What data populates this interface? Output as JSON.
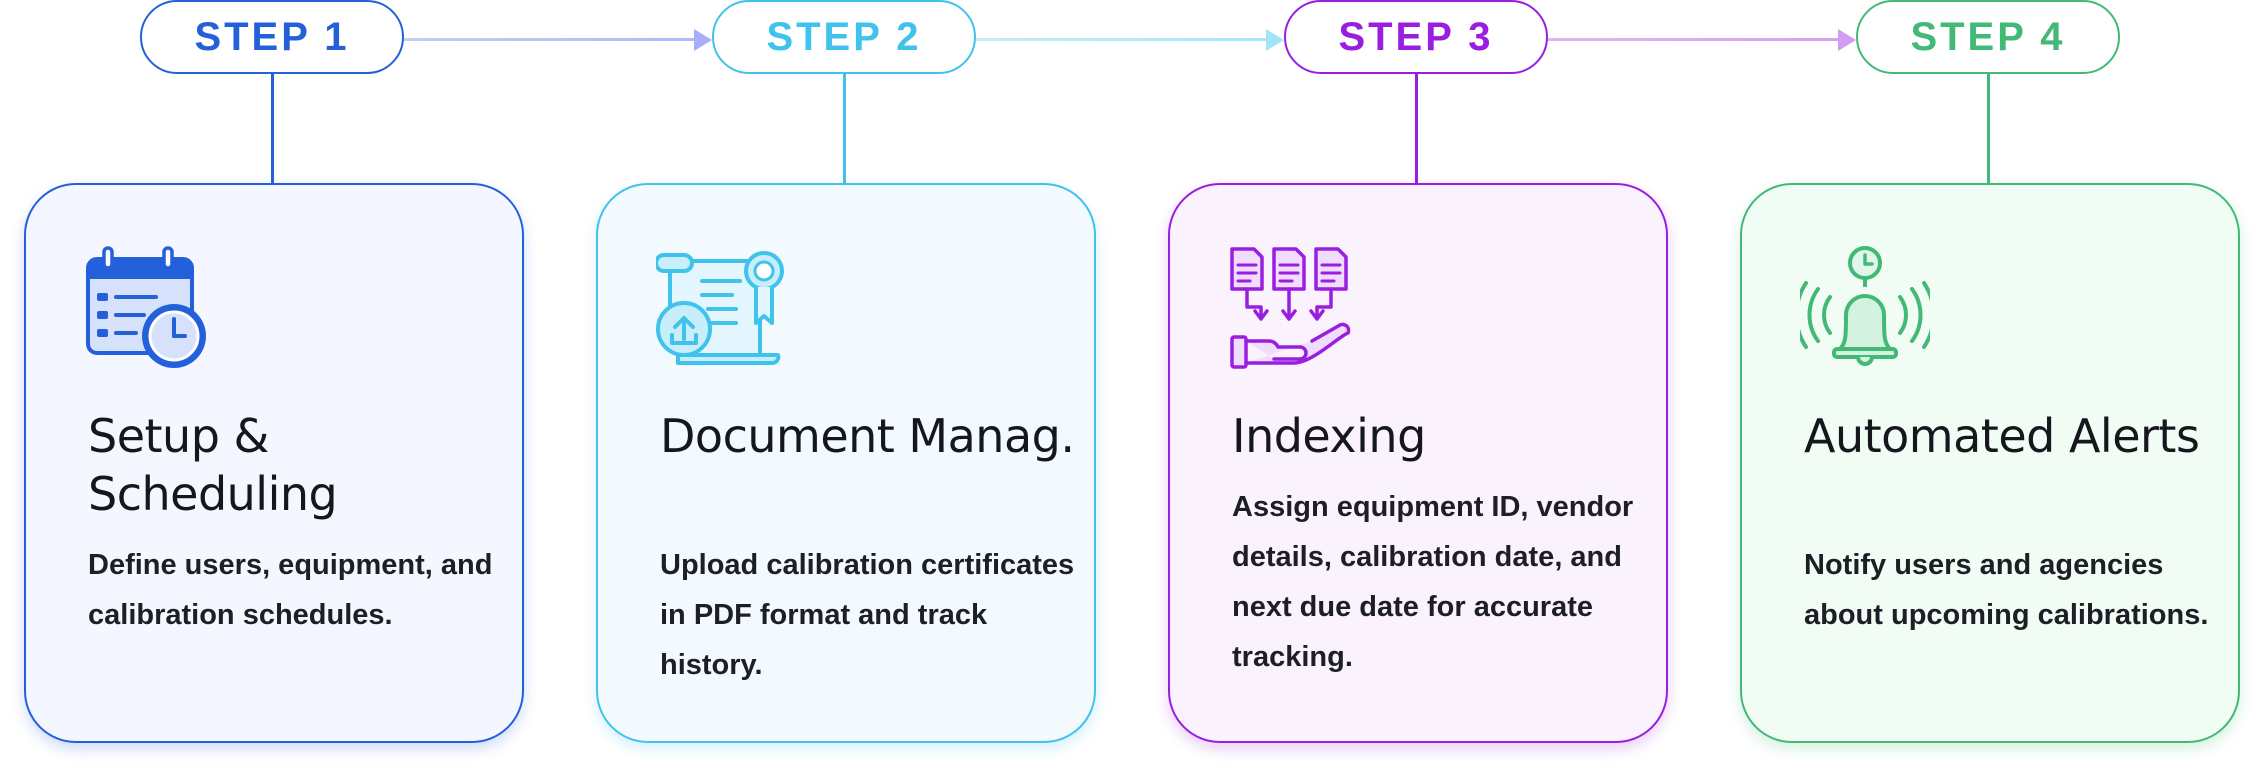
{
  "colors": {
    "step1": "#2560db",
    "step2": "#3fc3ec",
    "step3": "#9a1ee0",
    "step4": "#43b978"
  },
  "steps": [
    {
      "label": "STEP 1",
      "title": "Setup & Scheduling",
      "description": "Define users, equipment, and calibration schedules.",
      "icon": "calendar-clock-icon"
    },
    {
      "label": "STEP 2",
      "title": "Document Manag.",
      "description": "Upload calibration certificates in PDF format and track history.",
      "icon": "certificate-upload-icon"
    },
    {
      "label": "STEP 3",
      "title": "Indexing",
      "description": "Assign equipment ID, vendor details, calibration date, and next due date for accurate tracking.",
      "icon": "documents-hand-icon"
    },
    {
      "label": "STEP 4",
      "title": "Automated Alerts",
      "description": "Notify users and agencies about upcoming calibrations.",
      "icon": "alarm-bell-icon"
    }
  ]
}
